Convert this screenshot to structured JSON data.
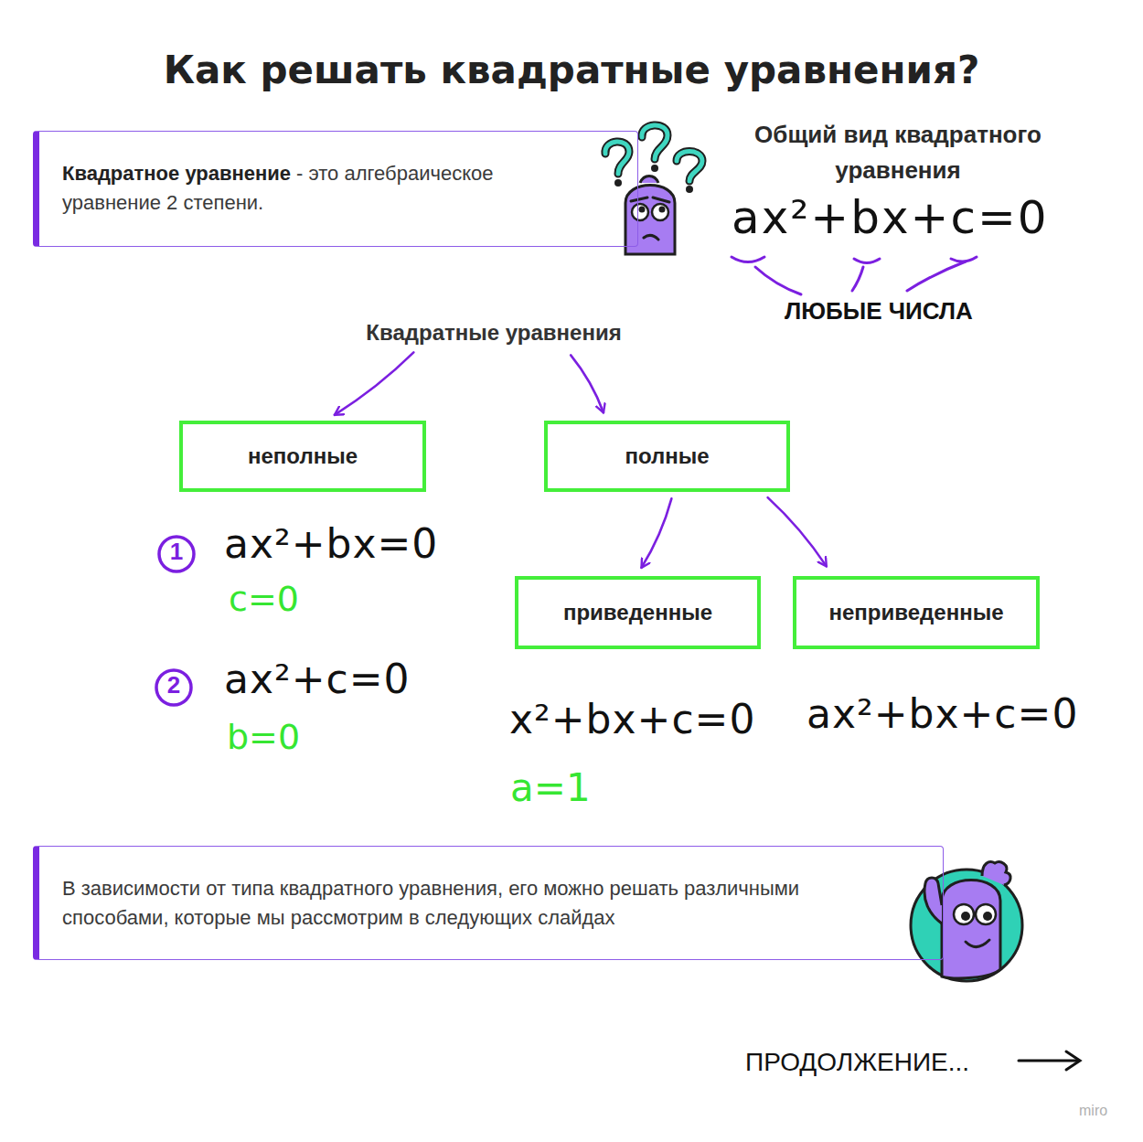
{
  "diagram": {
    "title": "Как решать квадратные уравнения?",
    "nodes": [
      {
        "text": [
          "Квадратное уравнение",
          "- это алгебраическое уравнение 2 степени."
        ]
      },
      {
        "text": [
          "Квадратные уравнения"
        ]
      },
      {
        "text": [
          "неполные"
        ]
      },
      {
        "text": [
          "полные"
        ]
      },
      {
        "text": [
          "приведенные"
        ]
      },
      {
        "text": [
          "неприведенные"
        ]
      },
      {
        "text": [
          "В зависимости от типа квадратного уравнения, его можно решать различными способами, которые мы рассмотрим в следующих слайдах"
        ]
      }
    ],
    "edges": [
      {
        "from": 1,
        "to": 2,
        "arrow": "to"
      },
      {
        "from": 1,
        "to": 3,
        "arrow": "to"
      },
      {
        "from": 3,
        "to": 4,
        "arrow": "to"
      },
      {
        "from": 3,
        "to": 5,
        "arrow": "to"
      }
    ],
    "labels": [
      "Общий вид квадратного уравнения",
      "ax²+bx+c=0",
      "ЛЮБЫЕ ЧИСЛА",
      "1",
      "ax²+bx=0",
      "c=0",
      "2",
      "ax²+c=0",
      "b=0",
      "x²+bx+c=0",
      "a=1",
      "ax²+bx+c=0",
      "ПРОДОЛЖЕНИЕ...",
      "miro"
    ]
  }
}
